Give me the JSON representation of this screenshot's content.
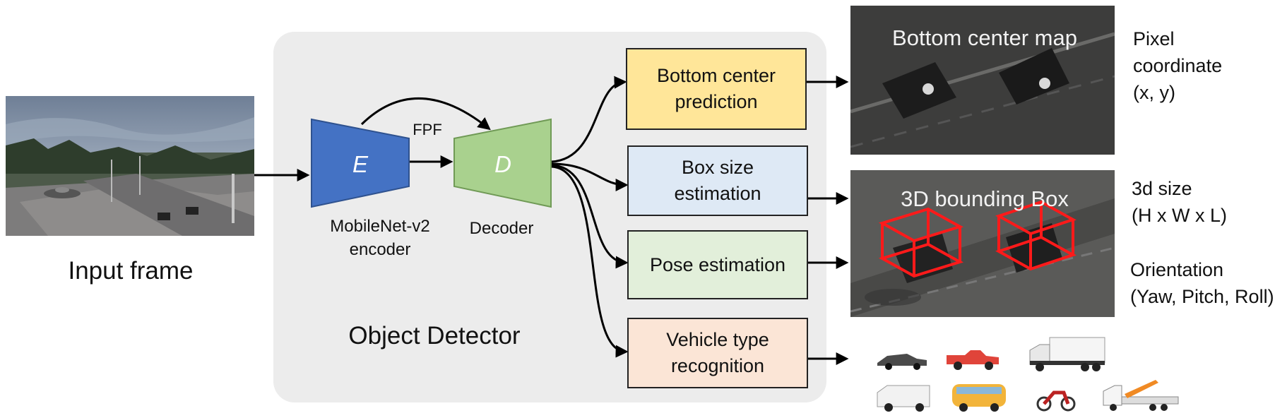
{
  "input": {
    "label": "Input frame"
  },
  "detector": {
    "title": "Object Detector"
  },
  "encoder": {
    "letter": "E",
    "label": "MobileNet-v2\nencoder"
  },
  "decoder": {
    "letter": "D",
    "label": "Decoder"
  },
  "skip": {
    "label": "FPF"
  },
  "heads": [
    {
      "text": "Bottom center\nprediction",
      "color": "#ffe699"
    },
    {
      "text": "Box size\nestimation",
      "color": "#dee9f5"
    },
    {
      "text": "Pose estimation",
      "color": "#e2efda"
    },
    {
      "text": "Vehicle type\nrecognition",
      "color": "#fbe5d6"
    }
  ],
  "outputs": {
    "bottom_center_map": "Bottom center map",
    "bbox_map": "3D bounding Box",
    "pixel_coord": "Pixel\ncoordinate\n(x, y)",
    "size": "3d size\n(H x W x L)",
    "orientation": "Orientation\n(Yaw, Pitch, Roll)"
  },
  "colors": {
    "encoder": "#4472c4",
    "decoder": "#a9d18e",
    "panel": "#ececec",
    "bbox": "#ff1a1a"
  }
}
